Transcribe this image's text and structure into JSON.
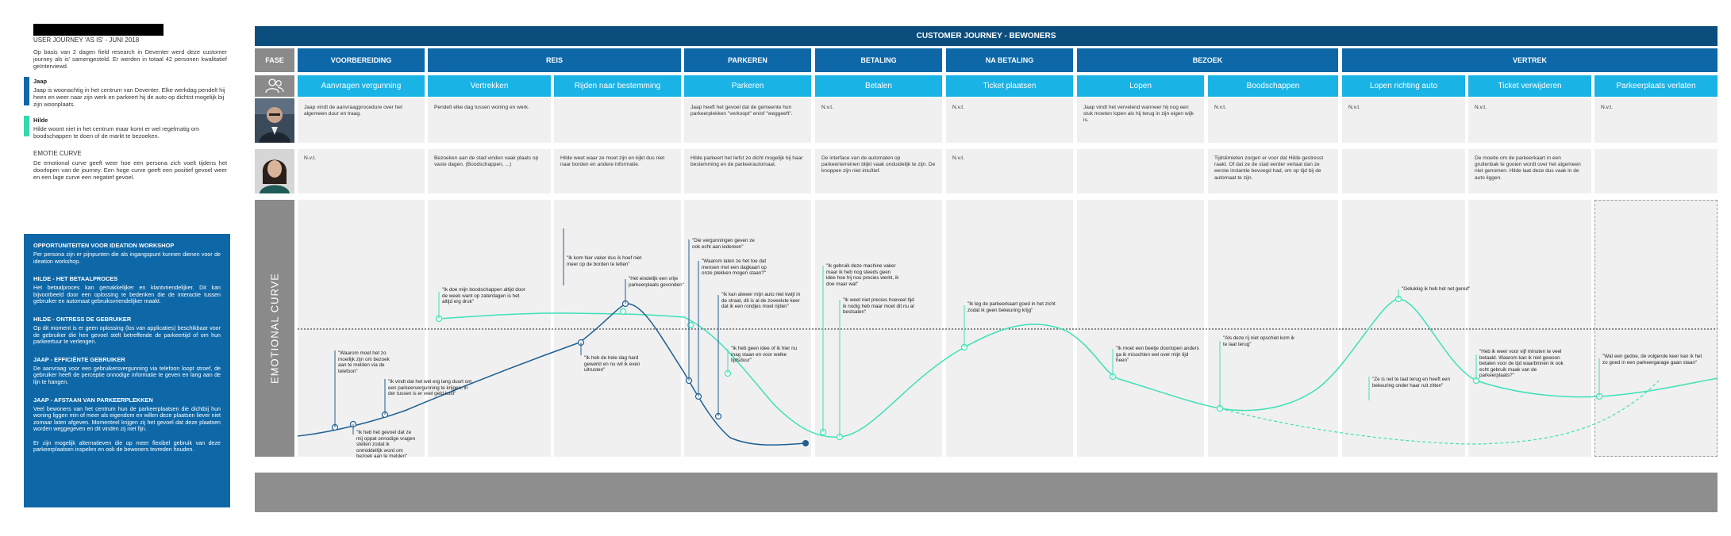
{
  "sidebar": {
    "title": "USER JOURNEY 'AS IS' - JUNI 2018",
    "intro": "Op basis van 2 dagen field research in Deventer werd deze customer journey als is' samengesteld. Er werden in totaal 42 personen kwalitatief geïnterviewd.",
    "personas": [
      {
        "name": "Jaap",
        "text": "Jaap is woonachtig in het centrum van Deventer. Elke werkdag pendelt hij heen en weer naar zijn werk en parkeert hij de auto op dichtst mogelijk bij zijn woonplaats.",
        "color": "#0e68a8"
      },
      {
        "name": "Hilde",
        "text": "Hilde woont niet in het centrum maar komt er wel regelmatig om boodschappen te doen of de markt te bezoeken.",
        "color": "#34d9b0"
      }
    ],
    "emo_title": "EMOTIE CURVE",
    "emo_text": "De emotional curve geeft weer hoe een persona zich voelt tijdens het doorlopen van de journey. Een hoge curve geeft een positief gevoel weer en een lage curve een negatief gevoel."
  },
  "opportunities": [
    {
      "title": "OPPORTUNITEITEN VOOR IDEATION WORKSHOP",
      "text": "Per persona zijn er pijnpunten die als ingangspunt kunnen dienen voor de ideation workshop."
    },
    {
      "title": "HILDE - HET BETAALPROCES",
      "text": "Het betaalproces kan gemakkelijker en klantvriendelijker. Dit kan bijvoorbeeld door een oplossing te bedenken die de interactie tussen gebruiker en automaat gebruiksvriendelijker maakt."
    },
    {
      "title": "HILDE - ONTRESS DE GEBRUIKER",
      "text": "Op dit moment is er geen oplossing (los van applicaties) beschikbaar voor de gebruiker die hen gevoel stelt betreffende de parkeertijd of om hun parkeertuur te verlengen."
    },
    {
      "title": "JAAP - EFFICIËNTE GEBRUIKER",
      "text": "De aanvraag voor een gebruikersvergunning via telefoon loopt stroef, de gebruiker heeft de perceptie onnodige informatie te geven en lang aan de lijn te hangen."
    },
    {
      "title": "JAAP - AFSTAAN VAN PARKEERPLEKKEN",
      "text": "Veel bewoners van het centrum hun de parkeerplaatsen die dichtbij hun woning liggen min of meer als eigendom en willen deze plaatsen liever niet zomaar laten afgeven. Momenteel krijgen zij het gevoel dat deze plaatsen worden weggegeven en dit vinden zij niet fijn.\n\nEr zijn mogelijk alternatieven die op meer flexibel gebruik van deze parkeerplaatsen inspelen en ook de bewoners tevreden houden."
    }
  ],
  "banner": "CUSTOMER JOURNEY - BEWONERS",
  "fase_label": "FASE",
  "phases": [
    "VOORBEREIDING",
    "REIS",
    "PARKEREN",
    "BETALING",
    "NA BETALING",
    "BEZOEK",
    "VERTREK"
  ],
  "steps": [
    "Aanvragen vergunning",
    "Vertrekken",
    "Rijden naar bestemming",
    "Parkeren",
    "Betalen",
    "Ticket plaatsen",
    "Lopen",
    "Boodschappen",
    "Lopen richting auto",
    "Ticket verwijderen",
    "Parkeerplaats verlaten"
  ],
  "jaap_row": [
    "Jaap vindt de aanvraagprocedure over het algemeen duur en traag.",
    "Pendelt elke dag tussen woning en werk.",
    "",
    "Jaap heeft het gevoel dat de gemeente hun parkeerplekken \"verkoopt\" en/of \"weggeeft\".",
    "N.v.t.",
    "N.v.t.",
    "Jaap vindt het vervelend wanneer hij nog een stuk moeten lopen als hij terug in zijn eigen wijk is.",
    "N.v.t.",
    "N.v.t.",
    "N.v.t.",
    "N.v.t."
  ],
  "hilde_row": [
    "N.v.t.",
    "Bezoeken aan de stad vinden vaak plaats op vaste dagen. (Boodschappen, ...)",
    "Hilde weet waar ze moet zijn en kijkt dus niet naar borden en andere informatie.",
    "Hilde parkeert het liefst zo dicht mogelijk bij haar bestemming en de parkeerautomaat.",
    "De interface van de automaten op parkeerterreinen blijkt vaak onduidelijk te zijn. De knoppen zijn niet intuïtief.",
    "N.v.t.",
    "",
    "Tijdslimieten zorgen er voor dat Hilde gestresst raakt. Of dat ze de stad eerder verlaat dan ze eerste instantie bevoegd had, om op tijd bij de automaat te zijn.",
    "",
    "De moeite om de parkeerkaart in een grullenbak te gooien wordt over het algemeen niet genomen. Hilde laat deze dus vaak in de auto liggen.",
    ""
  ],
  "emotional_label": "EMOTIONAL CURVE",
  "quotes": [
    "\"Waarom moet het zo moeilijk zijn om bezoek aan te melden via de telefoon\"",
    "\"Ik heb het gevoel dat ze mij oppat onnodige vragen stellen zodat ik onmiddellijk word om bezoek aan te melden\"",
    "\"Ik vindt dat het wel erg lang duurt om een parkeervergunning te krijgen, in der tussen is er veel geld kost\"",
    "\"Ik doe mijn boodschappen altijd door de week want op zaterdagen is het altijd erg druk\"",
    "\"Ik kom hier vaker dus ik hoef niet meer op de borden te letten\"",
    "\"Het eindelijk een vrije parkeerplaats gevonden\"",
    "\"Ik heb de hele dag hard gewerkt en nu wil ik even uitrusten\"",
    "\"Die vergunningen geven ze ook echt aan iedereen\"",
    "\"Waarom laten ze het toe dat mensen met een dagkaart op onze plekken mogen staan?\"",
    "\"Ik kan alweer mijn auto niet kwijt in de straat, dit is al de zoveelste keer dat ik een rondjes moet rijden\"",
    "\"Ik heb geen idee of ik hier nu mag staan en voor welke tijdsduur\"",
    "\"Ik gebruik deze machine vaker maar ik heb nog steeds geen idee hoe hij nou precies werkt, ik doe maar wat\"",
    "\"Ik weet niet precies hoeveel tijd ik nodig heb maar moet dit nu al bestsalen\"",
    "\"Ik leg de parkeerkaart goed in het zicht zodat ik geen bekeuring krijg\"",
    "\"Ik moet een beetje doorlopen anders ga ik misschien wel over mijn tijd heen\"",
    "\"Als deze rij niet opschiet kom ik te laat terug\"",
    "\"Ze is net te laat terug en heeft een bekeuring onder haar ruit zitten\"",
    "\"Gelukkig ik heb het net gered\"",
    "\"Heb ik weer voor vijf minuten te veel betaald. Waarom kan ik niet gewoon betalen voor de tijd waarbinnen ik ook echt gebruik maak van de parkeerplaats?\"",
    "\"Wat een gedoe, de volgende keer kan ik het zo goed in een parkeergarage gaan staan\""
  ],
  "colors": {
    "primary": "#0e68a8",
    "banner": "#0b4e7e",
    "step": "#1ab3e6",
    "jaap_curve": "#1f5f92",
    "hilde_curve": "#3ee0b8",
    "grey": "#8a8a8a",
    "cell": "#f0f0f0"
  }
}
